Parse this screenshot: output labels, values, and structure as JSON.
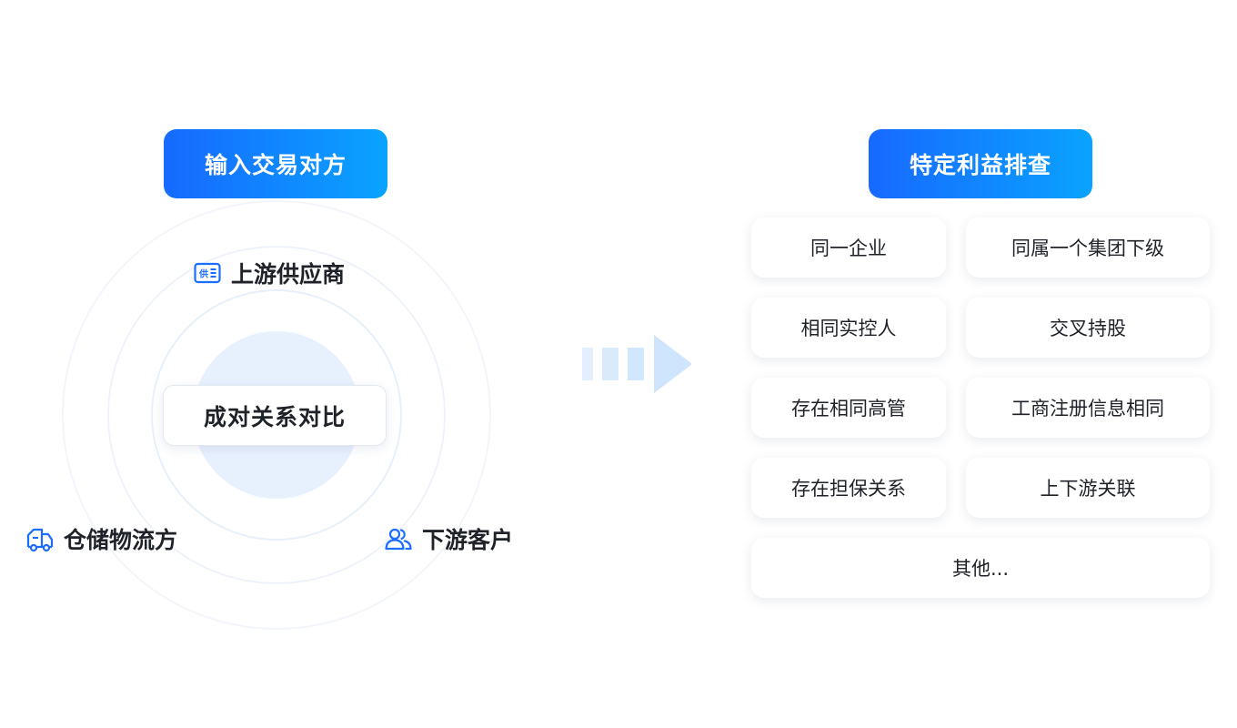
{
  "left": {
    "title": "输入交易对方",
    "center": "成对关系对比",
    "nodes": {
      "upstream": "上游供应商",
      "logistics": "仓储物流方",
      "downstream": "下游客户"
    },
    "icons": {
      "upstream": "supplier-badge-icon",
      "logistics": "delivery-truck-icon",
      "downstream": "users-icon"
    }
  },
  "right": {
    "title": "特定利益排查",
    "items": [
      "同一企业",
      "同属一个集团下级",
      "相同实控人",
      "交叉持股",
      "存在相同高管",
      "工商注册信息相同",
      "存在担保关系",
      "上下游关联",
      "其他..."
    ]
  },
  "colors": {
    "gradient_start": "#1769ff",
    "gradient_end": "#0aa3ff",
    "icon_blue": "#1a6dff",
    "core_fill": "#e7f1fe",
    "arrow": "#cfe4fd"
  }
}
